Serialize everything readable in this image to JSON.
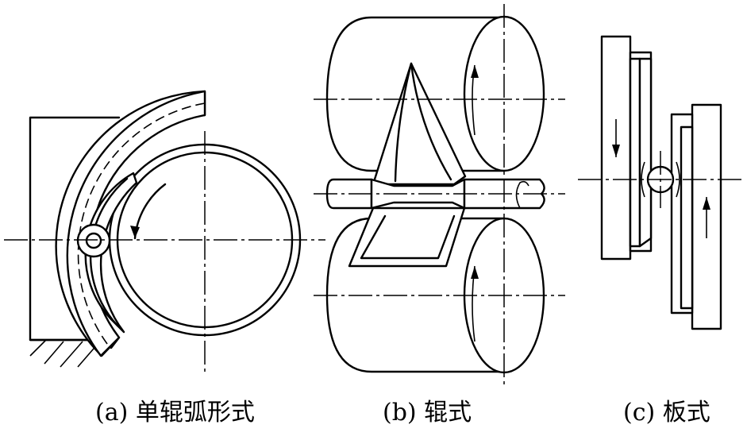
{
  "captions": {
    "a": "(a) 单辊弧形式",
    "b": "(b) 辊式",
    "c": "(c) 板式"
  }
}
